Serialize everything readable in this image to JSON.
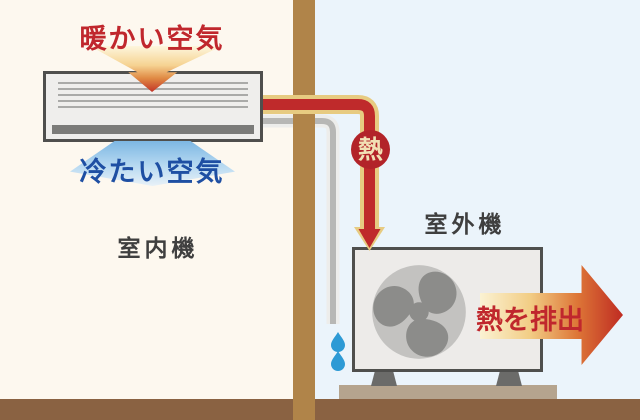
{
  "diagram": {
    "indoor": {
      "warm_air_label": "暖かい空気",
      "cold_air_label": "冷たい空気",
      "unit_label": "室内機"
    },
    "outdoor": {
      "unit_label": "室外機",
      "exhaust_label": "熱を排出"
    },
    "pipes": {
      "heat_badge_label": "熱"
    },
    "colors": {
      "warm_red": "#c0272d",
      "cool_blue": "#1e4fa3",
      "heat_badge_bg": "#b22329",
      "heat_badge_text": "#f2e1b5",
      "pipe_casing_tan": "#e7cb81",
      "pipe_red": "#bf2a2b",
      "drain_gray": "#b7b7b5",
      "water_drop_blue": "#2d9ad5",
      "wall_brown": "#b08449",
      "floor_brown": "#8a6242",
      "platform_taupe": "#b5a48e",
      "indoor_bg": "#fdf8ef",
      "outdoor_bg": "#ebf4fb",
      "unit_body_gray": "#edebe9",
      "label_dark": "#3f3f3f"
    }
  }
}
